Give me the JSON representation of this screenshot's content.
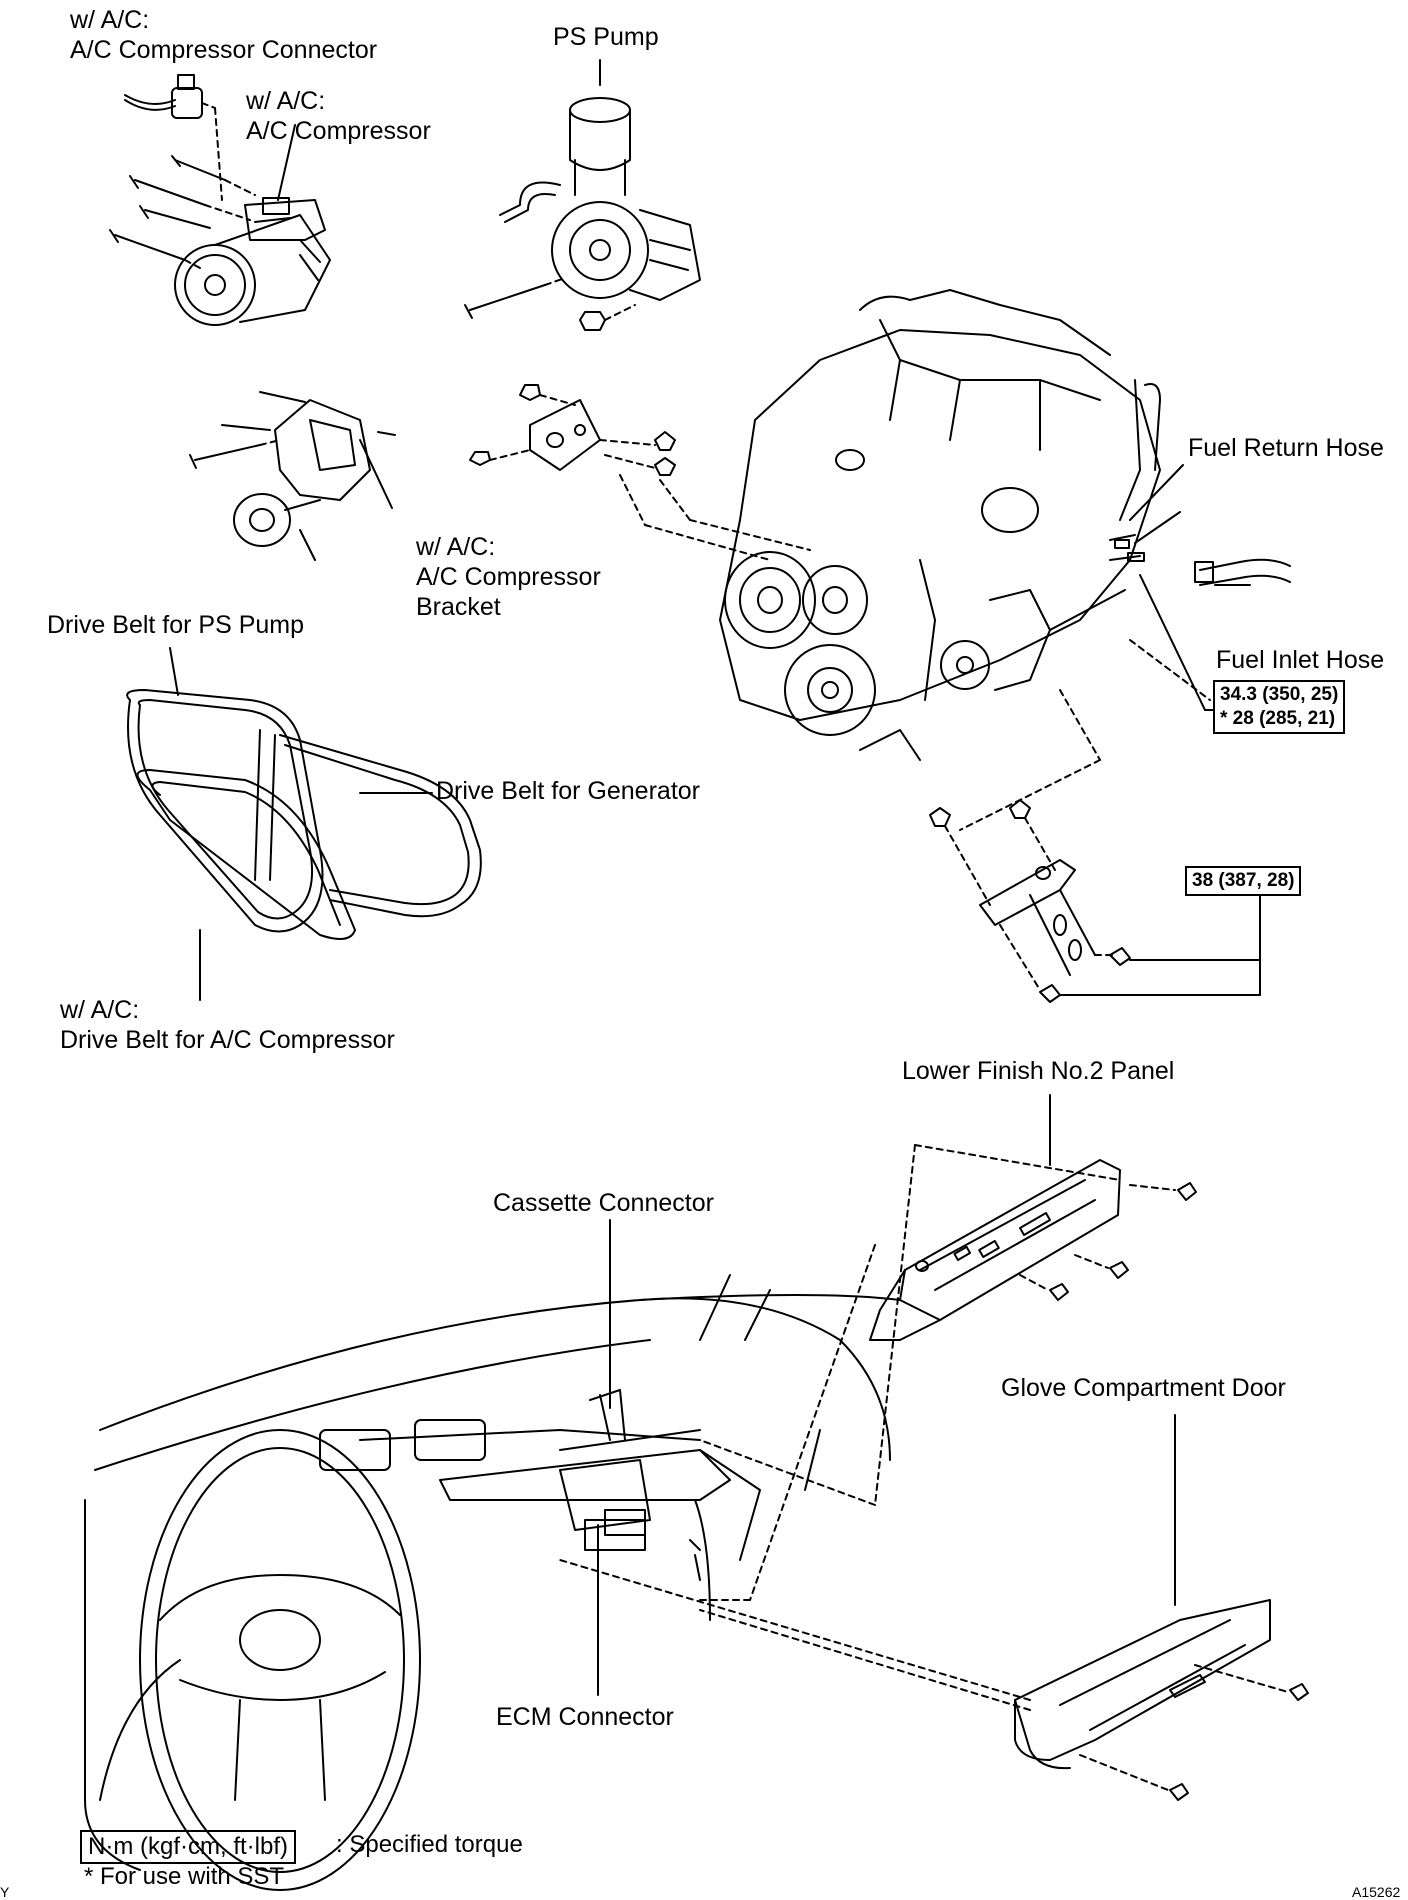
{
  "labels": {
    "ac_conn_line1": "w/ A/C:",
    "ac_conn_line2": "A/C Compressor Connector",
    "ps_pump": "PS Pump",
    "ac_comp_line1": "w/ A/C:",
    "ac_comp_line2": "A/C Compressor",
    "fuel_return": "Fuel Return Hose",
    "ac_bracket_line1": "w/ A/C:",
    "ac_bracket_line2": "A/C Compressor",
    "ac_bracket_line3": "Bracket",
    "belt_ps": "Drive Belt for PS Pump",
    "fuel_inlet": "Fuel Inlet Hose",
    "belt_gen": "Drive Belt for Generator",
    "belt_ac_line1": "w/ A/C:",
    "belt_ac_line2": "Drive Belt for A/C Compressor",
    "lower_panel": "Lower Finish No.2 Panel",
    "cassette": "Cassette Connector",
    "glove": "Glove Compartment Door",
    "ecm": "ECM Connector"
  },
  "torque": {
    "fuel_inlet_line1": "34.3 (350, 25)",
    "fuel_inlet_line2": "* 28 (285, 21)",
    "bracket": "38 (387, 28)"
  },
  "legend": {
    "unit_box": "N·m (kgf·cm, ft·lbf)",
    "unit_desc": ": Specified torque",
    "sst_note": "* For use with SST"
  },
  "figure_id": "A15262",
  "corner_mark": "Y",
  "colors": {
    "ink": "#000000",
    "paper": "#ffffff"
  }
}
